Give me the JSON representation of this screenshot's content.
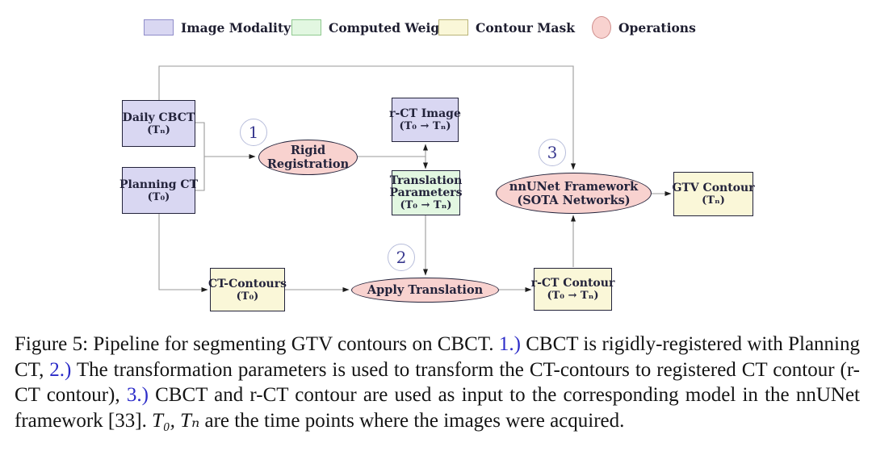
{
  "legend": {
    "items": [
      {
        "label": "Image Modality",
        "shape": "rect",
        "fill": "#d9d7f2",
        "border": "#8f8cc9"
      },
      {
        "label": "Computed Weights",
        "shape": "rect",
        "fill": "#e2f7e1",
        "border": "#8fc98f"
      },
      {
        "label": "Contour Mask",
        "shape": "rect",
        "fill": "#faf7d8",
        "border": "#b9b478"
      },
      {
        "label": "Operations",
        "shape": "ellipse",
        "fill": "#f8d2cf",
        "border": "#d08f8d"
      }
    ]
  },
  "diagram": {
    "steps": [
      {
        "number": "1"
      },
      {
        "number": "2"
      },
      {
        "number": "3"
      }
    ],
    "nodes": {
      "daily_cbct": {
        "title": "Daily CBCT",
        "time": "(Tₙ)",
        "category": "image-modality"
      },
      "planning_ct": {
        "title": "Planning CT",
        "time": "(T₀)",
        "category": "image-modality"
      },
      "rct_image": {
        "title": "r-CT Image",
        "time": "(T₀ → Tₙ)",
        "category": "image-modality"
      },
      "translation_parameters": {
        "title": "Translation",
        "title2": "Parameters",
        "time": "(T₀ → Tₙ)",
        "category": "computed-weights"
      },
      "ct_contours": {
        "title": "CT-Contours",
        "time": "(T₀)",
        "category": "contour-mask"
      },
      "rct_contour": {
        "title": "r-CT Contour",
        "time": "(T₀ → Tₙ)",
        "category": "contour-mask"
      },
      "gtv_contour": {
        "title": "GTV Contour",
        "time": "(Tₙ)",
        "category": "contour-mask"
      },
      "rigid_registration": {
        "title": "Rigid",
        "title2": "Registration",
        "category": "operation"
      },
      "apply_translation": {
        "title": "Apply Translation",
        "category": "operation"
      },
      "nnunet_framework": {
        "title": "nnUNet Framework",
        "title2": "(SOTA Networks)",
        "category": "operation"
      }
    }
  },
  "caption": {
    "segments": [
      {
        "text": "Figure 5: Pipeline for segmenting GTV contours on CBCT. ",
        "style": "normal"
      },
      {
        "text": "1.)",
        "style": "blue"
      },
      {
        "text": " CBCT is rigidly-registered with Planning CT, ",
        "style": "normal"
      },
      {
        "text": "2.)",
        "style": "blue"
      },
      {
        "text": " The transformation parameters is used to transform the CT-contours to registered CT contour (r-CT contour), ",
        "style": "normal"
      },
      {
        "text": "3.)",
        "style": "blue"
      },
      {
        "text": " CBCT and r-CT contour are used as input to the corresponding model in the nnUNet framework [33]. ",
        "style": "normal"
      },
      {
        "text": "T₀, Tₙ",
        "style": "italic"
      },
      {
        "text": " are the time points where the images were acquired.",
        "style": "normal"
      }
    ]
  },
  "colors": {
    "image_modality_fill": "#d9d7f2",
    "image_modality_border": "#8f8cc9",
    "computed_weights_fill": "#e2f7e1",
    "computed_weights_border": "#8fc98f",
    "contour_mask_fill": "#faf7d8",
    "contour_mask_border": "#b9b478",
    "operations_fill": "#f8d2cf",
    "operations_border": "#d08f8d",
    "step_number": "#39398f",
    "caption_step_ref_blue": "#2b2bc8",
    "connector_line": "#9a9a9a"
  }
}
